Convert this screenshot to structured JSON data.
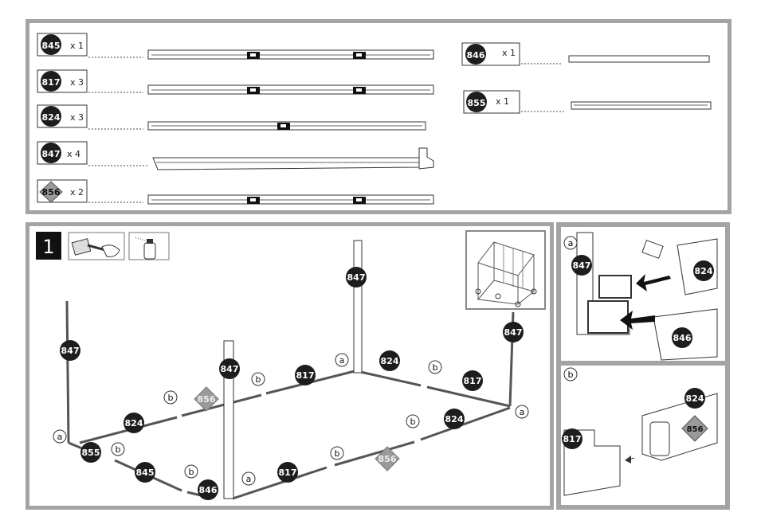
{
  "parts": [
    {
      "code": "845",
      "qty": "x 1",
      "kind": "circle"
    },
    {
      "code": "817",
      "qty": "x 3",
      "kind": "circle"
    },
    {
      "code": "824",
      "qty": "x 3",
      "kind": "circle"
    },
    {
      "code": "847",
      "qty": "x 4",
      "kind": "circle"
    },
    {
      "code": "856",
      "qty": "x 2",
      "kind": "diamond"
    },
    {
      "code": "846",
      "qty": "x 1",
      "kind": "circle"
    },
    {
      "code": "855",
      "qty": "x 1",
      "kind": "circle"
    }
  ],
  "step": {
    "number": "1"
  },
  "assembly_labels": {
    "p847a": "847",
    "p847b": "847",
    "p847c": "847",
    "p847d": "847",
    "p824a": "824",
    "p824b": "824",
    "p824c": "824",
    "p817a": "817",
    "p817b": "817",
    "p817c": "817",
    "p845": "845",
    "p846": "846",
    "p855": "855",
    "p856a": "856",
    "p856b": "856",
    "la1": "a",
    "la2": "a",
    "la3": "a",
    "la4": "a",
    "lb1": "b",
    "lb2": "b",
    "lb3": "b",
    "lb4": "b",
    "lb5": "b",
    "lb6": "b"
  },
  "detail_a": {
    "letter": "a",
    "p847": "847",
    "p824": "824",
    "p846": "846"
  },
  "detail_b": {
    "letter": "b",
    "p824": "824",
    "p856": "856",
    "p817": "817"
  },
  "colors": {
    "frame": "#a4a4a4",
    "badge": "#1d1d1d",
    "diamond": "#9a9a9a"
  }
}
